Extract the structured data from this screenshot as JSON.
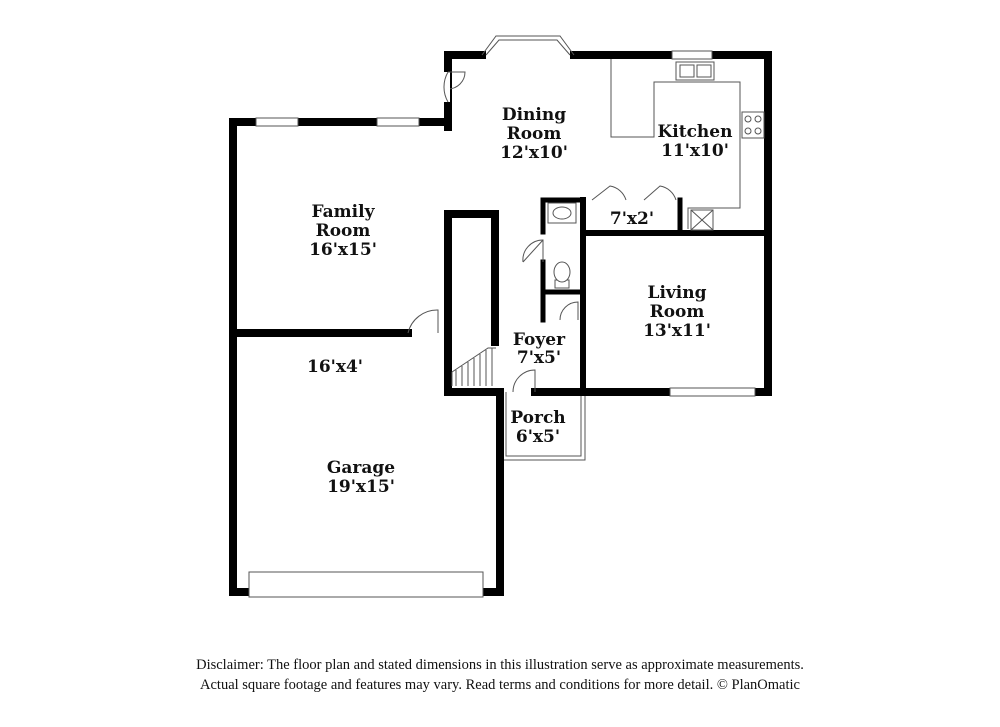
{
  "rooms": {
    "dining": {
      "name_line1": "Dining",
      "name_line2": "Room",
      "dims": "12'x10'"
    },
    "kitchen": {
      "name": "Kitchen",
      "dims": "11'x10'"
    },
    "pantry": {
      "dims": "7'x2'"
    },
    "family": {
      "name_line1": "Family",
      "name_line2": "Room",
      "dims": "16'x15'"
    },
    "living": {
      "name_line1": "Living",
      "name_line2": "Room",
      "dims": "13'x11'"
    },
    "foyer": {
      "name": "Foyer",
      "dims": "7'x5'"
    },
    "hall": {
      "dims": "16'x4'"
    },
    "porch": {
      "name": "Porch",
      "dims": "6'x5'"
    },
    "garage": {
      "name": "Garage",
      "dims": "19'x15'"
    }
  },
  "disclaimer": {
    "line1": "Disclaimer: The floor plan and stated dimensions in this illustration serve as approximate measurements.",
    "line2": "Actual square footage and features may vary. Read terms and conditions for more detail. © PlanOmatic"
  }
}
